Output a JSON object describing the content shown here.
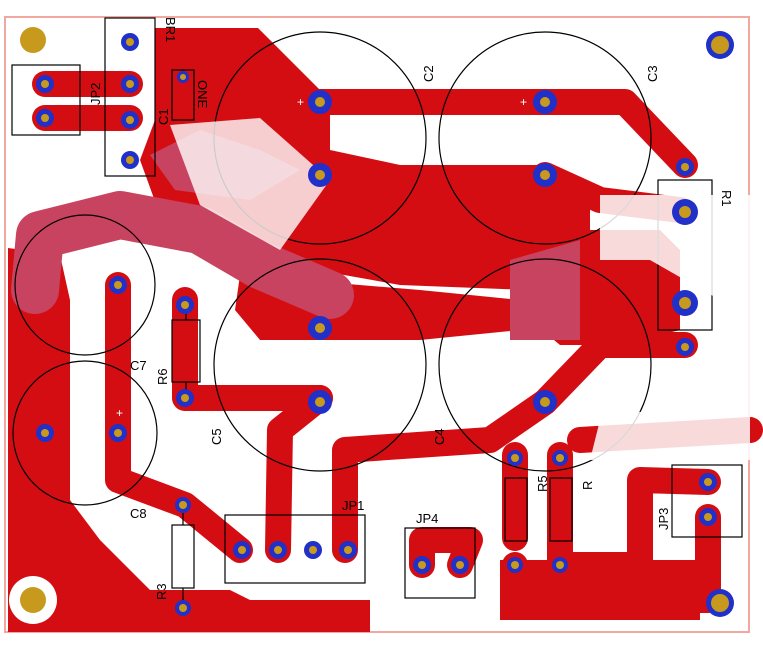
{
  "colors": {
    "board_edge": "#f0a8a0",
    "copper": "#d40d12",
    "smear": "#c8435f",
    "pad_ring": "#2030c8",
    "pad_hole": "#c79a1e",
    "silkscreen": "#000000",
    "background": "#ffffff"
  },
  "labels": {
    "br1": "BR1",
    "jp2": "JP2",
    "c1": "C1",
    "one": "ONE",
    "c2": "C2",
    "c3": "C3",
    "r1": "R1",
    "c7": "C7",
    "r6": "R6",
    "c5": "C5",
    "c4": "C4",
    "c8": "C8",
    "jp1": "JP1",
    "jp4": "JP4",
    "r5": "R5",
    "r": "R",
    "jp3": "JP3",
    "r3": "R3"
  },
  "polarity_mark": "+"
}
